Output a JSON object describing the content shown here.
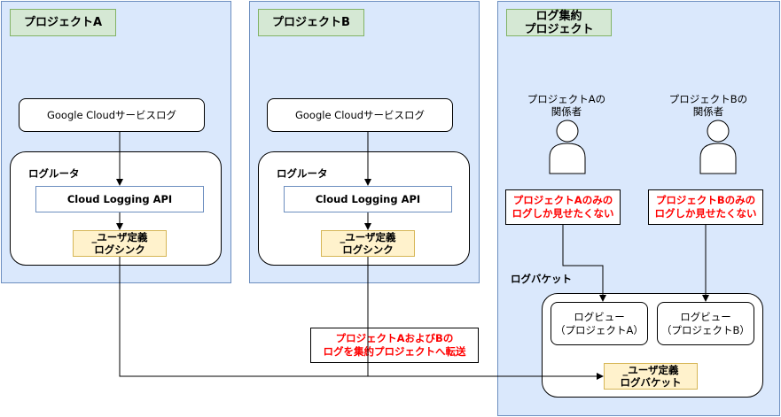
{
  "project_a": {
    "title": "プロジェクトA",
    "service_logs": "Google Cloudサービスログ",
    "router": "ログルータ",
    "api": "Cloud Logging API",
    "sink": "_ユーザ定義\nログシンク"
  },
  "project_b": {
    "title": "プロジェクトB",
    "service_logs": "Google Cloudサービスログ",
    "router": "ログルータ",
    "api": "Cloud Logging API",
    "sink": "_ユーザ定義\nログシンク"
  },
  "transfer_note": "プロジェクトAおよびBの\nログを集約プロジェクトへ転送",
  "aggregate": {
    "title": "ログ集約\nプロジェクト",
    "person_a": "プロジェクトAの\n関係者",
    "person_b": "プロジェクトBの\n関係者",
    "note_a": "プロジェクトAのみの\nログしか見せたくない",
    "note_b": "プロジェクトBのみの\nログしか見せたくない",
    "bucket_label": "ログバケット",
    "view_a": "ログビュー\n（プロジェクトA）",
    "view_b": "ログビュー\n（プロジェクトB）",
    "bucket": "_ユーザ定義\nログバケット"
  }
}
